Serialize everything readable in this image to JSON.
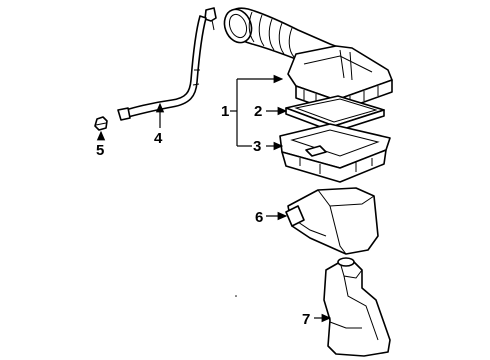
{
  "diagram": {
    "callouts": {
      "c1": "1",
      "c2": "2",
      "c3": "3",
      "c4": "4",
      "c5": "5",
      "c6": "6",
      "c7": "7"
    },
    "parts": [
      "air-intake-duct",
      "air-cleaner-upper-housing",
      "air-filter-element",
      "air-cleaner-lower-housing",
      "breather-hose",
      "clip",
      "resonator",
      "intake-tube"
    ]
  }
}
